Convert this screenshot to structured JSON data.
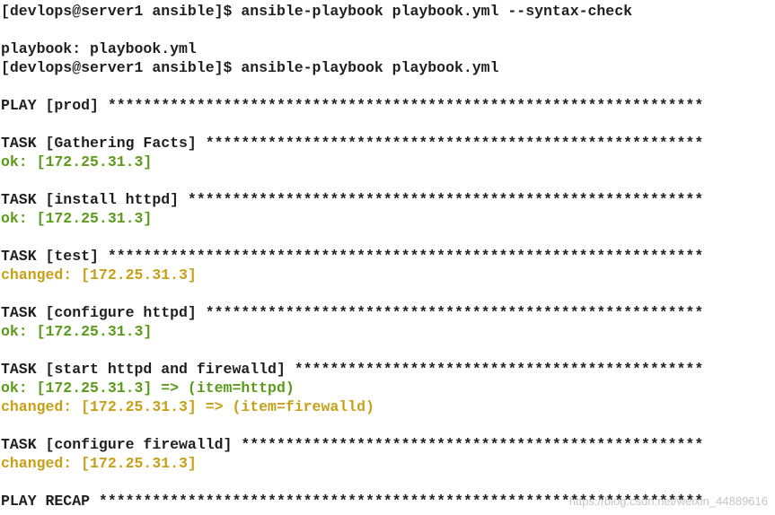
{
  "terminal": {
    "colors": {
      "text": "#1f1f1f",
      "ok": "#5b9b1a",
      "changed": "#c7a017",
      "background": "#ffffff"
    },
    "lines": [
      {
        "type": "plain",
        "text": "[devlops@server1 ansible]$ ansible-playbook playbook.yml --syntax-check"
      },
      {
        "type": "plain",
        "text": ""
      },
      {
        "type": "plain",
        "text": "playbook: playbook.yml"
      },
      {
        "type": "plain",
        "text": "[devlops@server1 ansible]$ ansible-playbook playbook.yml"
      },
      {
        "type": "plain",
        "text": ""
      },
      {
        "type": "plain",
        "text": "PLAY [prod] *******************************************************************"
      },
      {
        "type": "plain",
        "text": ""
      },
      {
        "type": "plain",
        "text": "TASK [Gathering Facts] ********************************************************"
      },
      {
        "type": "ok",
        "text": "ok: [172.25.31.3]"
      },
      {
        "type": "plain",
        "text": ""
      },
      {
        "type": "plain",
        "text": "TASK [install httpd] **********************************************************"
      },
      {
        "type": "ok",
        "text": "ok: [172.25.31.3]"
      },
      {
        "type": "plain",
        "text": ""
      },
      {
        "type": "plain",
        "text": "TASK [test] *******************************************************************"
      },
      {
        "type": "changed",
        "text": "changed: [172.25.31.3]"
      },
      {
        "type": "plain",
        "text": ""
      },
      {
        "type": "plain",
        "text": "TASK [configure httpd] ********************************************************"
      },
      {
        "type": "ok",
        "text": "ok: [172.25.31.3]"
      },
      {
        "type": "plain",
        "text": ""
      },
      {
        "type": "plain",
        "text": "TASK [start httpd and firewalld] **********************************************"
      },
      {
        "type": "ok",
        "text": "ok: [172.25.31.3] => (item=httpd)"
      },
      {
        "type": "changed",
        "text": "changed: [172.25.31.3] => (item=firewalld)"
      },
      {
        "type": "plain",
        "text": ""
      },
      {
        "type": "plain",
        "text": "TASK [configure firewalld] ****************************************************"
      },
      {
        "type": "changed",
        "text": "changed: [172.25.31.3]"
      },
      {
        "type": "plain",
        "text": ""
      },
      {
        "type": "plain",
        "text": "PLAY RECAP ********************************************************************"
      }
    ],
    "watermark": "https://blog.csdn.net/weixin_44889616"
  }
}
